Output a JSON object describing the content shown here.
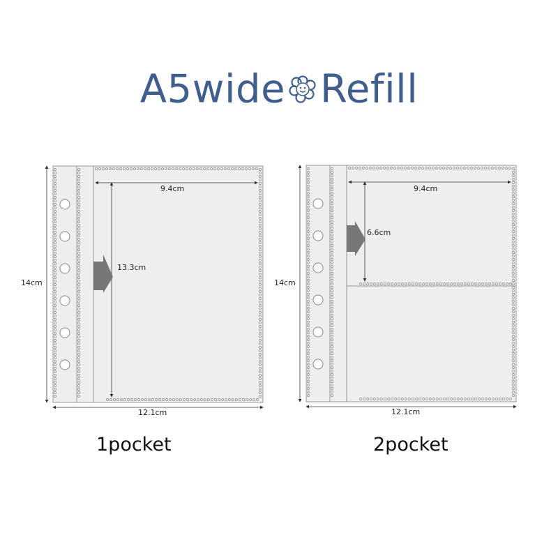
{
  "title": {
    "left": "A5wide",
    "right": "Refill",
    "separator_icon": "smiley-flower-icon"
  },
  "colors": {
    "title": "#3f5e8e",
    "sheet_fill": "#eeeeee",
    "sheet_stroke": "#9a9a9a",
    "arrow": "#777777"
  },
  "panels": [
    {
      "caption": "1pocket",
      "height_label": "14cm",
      "width_label": "12.1cm",
      "pocket_width_label": "9.4cm",
      "pocket_height_label": "13.3cm",
      "pockets": 1
    },
    {
      "caption": "2pocket",
      "height_label": "14cm",
      "width_label": "12.1cm",
      "pocket_width_label": "9.4cm",
      "pocket_height_label": "6.6cm",
      "pockets": 2
    }
  ]
}
